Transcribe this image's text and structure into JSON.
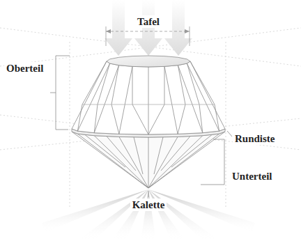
{
  "diagram": {
    "labels": [
      "Tafel",
      "Oberteil",
      "Rundiste",
      "Unterteil",
      "Kalette"
    ]
  }
}
